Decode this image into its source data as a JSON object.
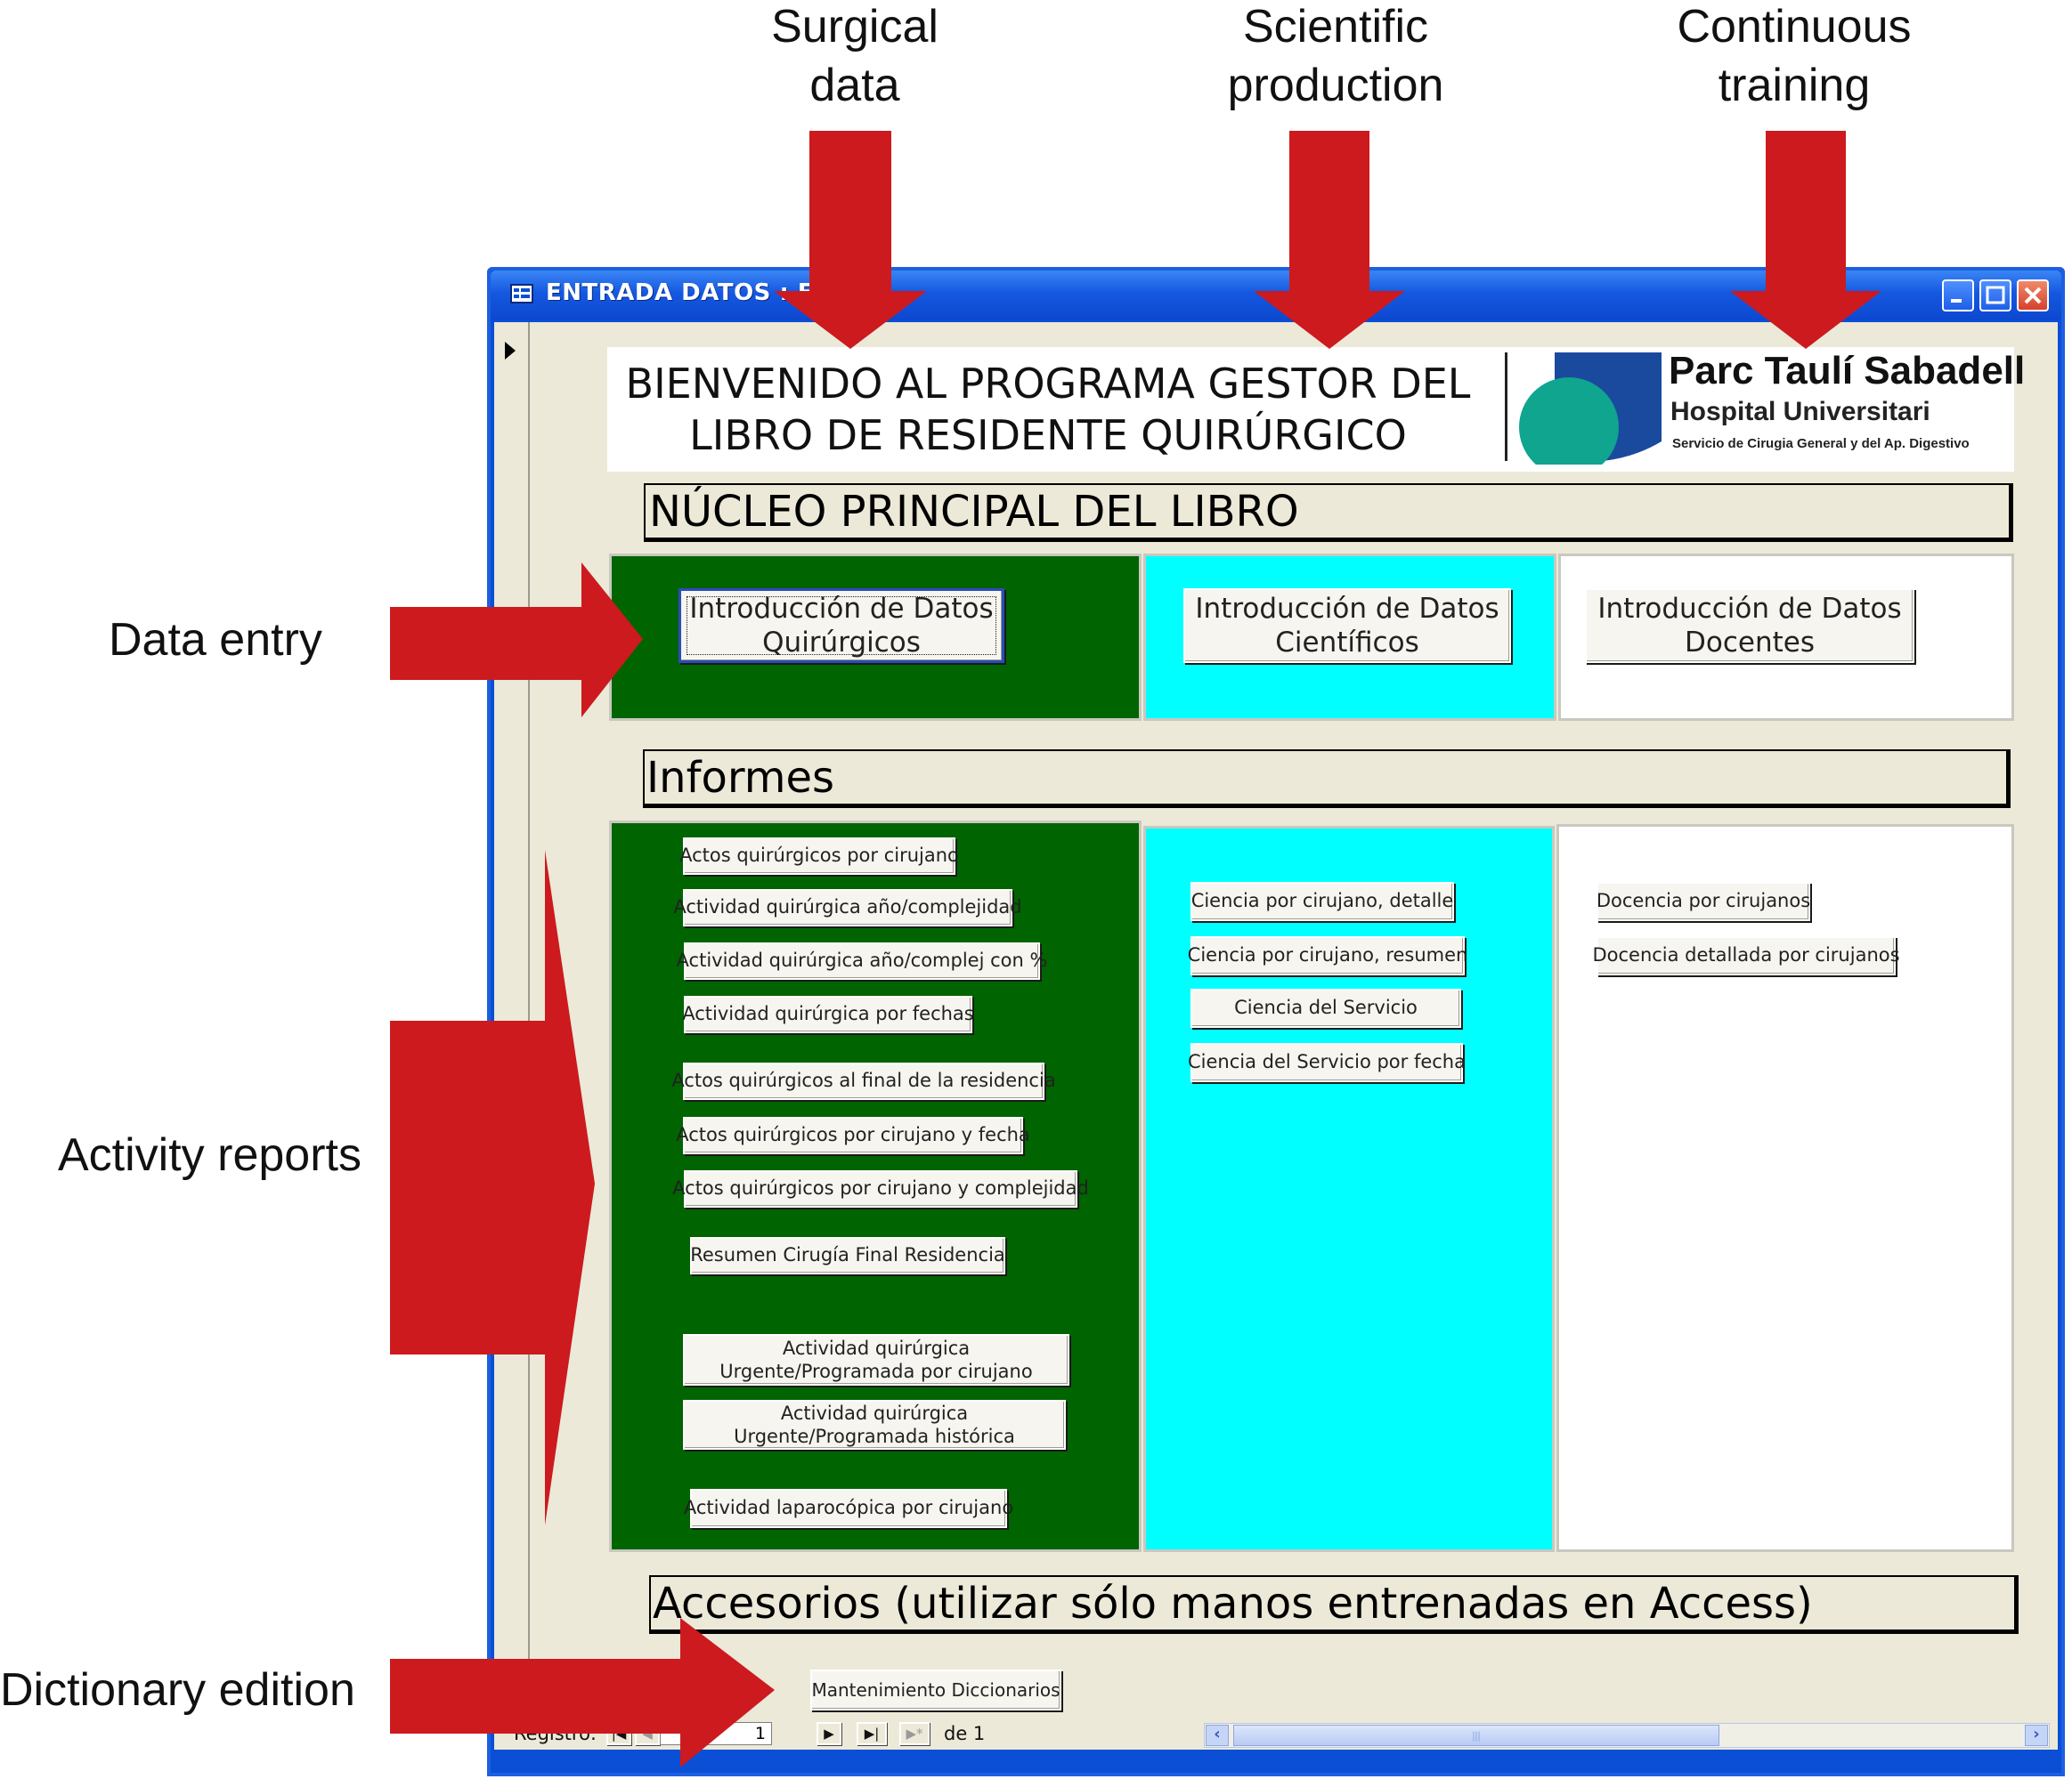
{
  "annotations": {
    "surgical": "Surgical\ndata",
    "scientific": "Scientific\nproduction",
    "training": "Continuous\ntraining",
    "data_entry": "Data entry",
    "activity_reports": "Activity reports",
    "dictionary": "Dictionary edition"
  },
  "colors": {
    "arrow_red": "#cc1a1e",
    "green_panel": "#006400",
    "cyan_panel": "#00ffff",
    "window_blue": "#0a4fd6"
  },
  "window": {
    "title": "ENTRADA DATOS : For",
    "icons": [
      "form-icon",
      "minimize-icon",
      "maximize-icon",
      "close-icon"
    ]
  },
  "header": {
    "line1": "BIENVENIDO AL PROGRAMA GESTOR DEL",
    "line2": "LIBRO DE RESIDENTE QUIRÚRGICO",
    "logo_title": "Parc Taulí Sabadell",
    "logo_subtitle": "Hospital Universitari",
    "logo_service": "Servicio de Cirugia General y del Ap. Digestivo"
  },
  "sections": {
    "core": "NÚCLEO PRINCIPAL DEL LIBRO",
    "reports": "Informes",
    "accessories": "Accesorios (utilizar sólo manos entrenadas en Access)"
  },
  "entry_buttons": {
    "surgical": "Introducción de Datos Quirúrgicos",
    "scientific": "Introducción de Datos Científicos",
    "teaching": "Introducción de Datos Docentes"
  },
  "surgical_reports": [
    "Actos quirúrgicos por cirujano",
    "Actividad quirúrgica año/complejidad",
    "Actividad quirúrgica año/complej con %",
    "Actividad quirúrgica por fechas",
    "Actos quirúrgicos al final de la residencia",
    "Actos quirúrgicos por cirujano y fecha",
    "Actos quirúrgicos por cirujano y complejidad",
    "Resumen Cirugía Final Residencia",
    "Actividad quirúrgica Urgente/Programada por cirujano",
    "Actividad quirúrgica Urgente/Programada histórica",
    "Actividad laparocópica por cirujano"
  ],
  "science_reports": [
    "Ciencia por cirujano, detalle",
    "Ciencia por cirujano, resumen",
    "Ciencia del Servicio",
    "Ciencia del Servicio por fecha"
  ],
  "teaching_reports": [
    "Docencia por cirujanos",
    "Docencia detallada por cirujanos"
  ],
  "accessory_button": "Mantenimiento Diccionarios",
  "record_nav": {
    "label": "Registro:",
    "current": "1",
    "of_text": "de  1",
    "first": "|◀",
    "prev": "◀",
    "next": "▶",
    "last": "▶|",
    "new": "▶*"
  }
}
